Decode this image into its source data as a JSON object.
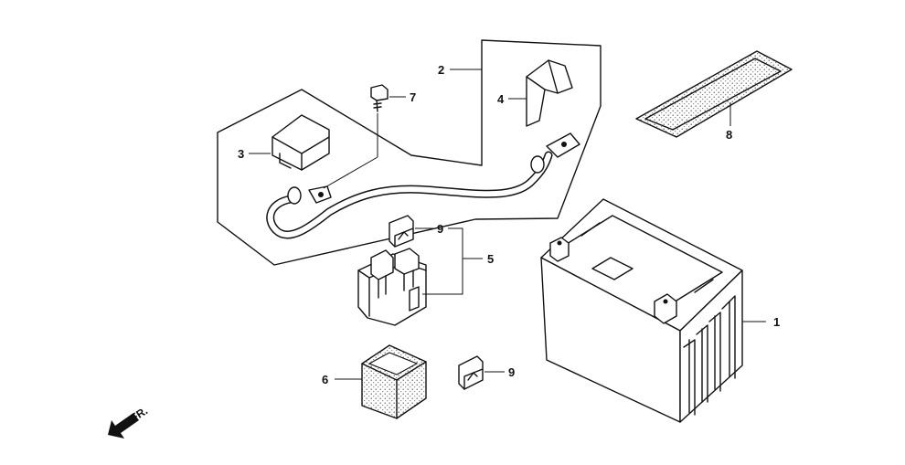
{
  "callouts": {
    "battery": "1",
    "cable_group": "2",
    "cap_left": "3",
    "cap_right": "4",
    "starter_relay": "5",
    "relay_cover": "6",
    "bolt": "7",
    "band": "8",
    "fuse_upper": "9",
    "fuse_lower": "9"
  },
  "direction_label": "FR.",
  "colors": {
    "ink": "#111111",
    "stipple": "#9a9a9a",
    "background": "#ffffff"
  },
  "icons": {
    "direction": "arrow-front-icon"
  }
}
